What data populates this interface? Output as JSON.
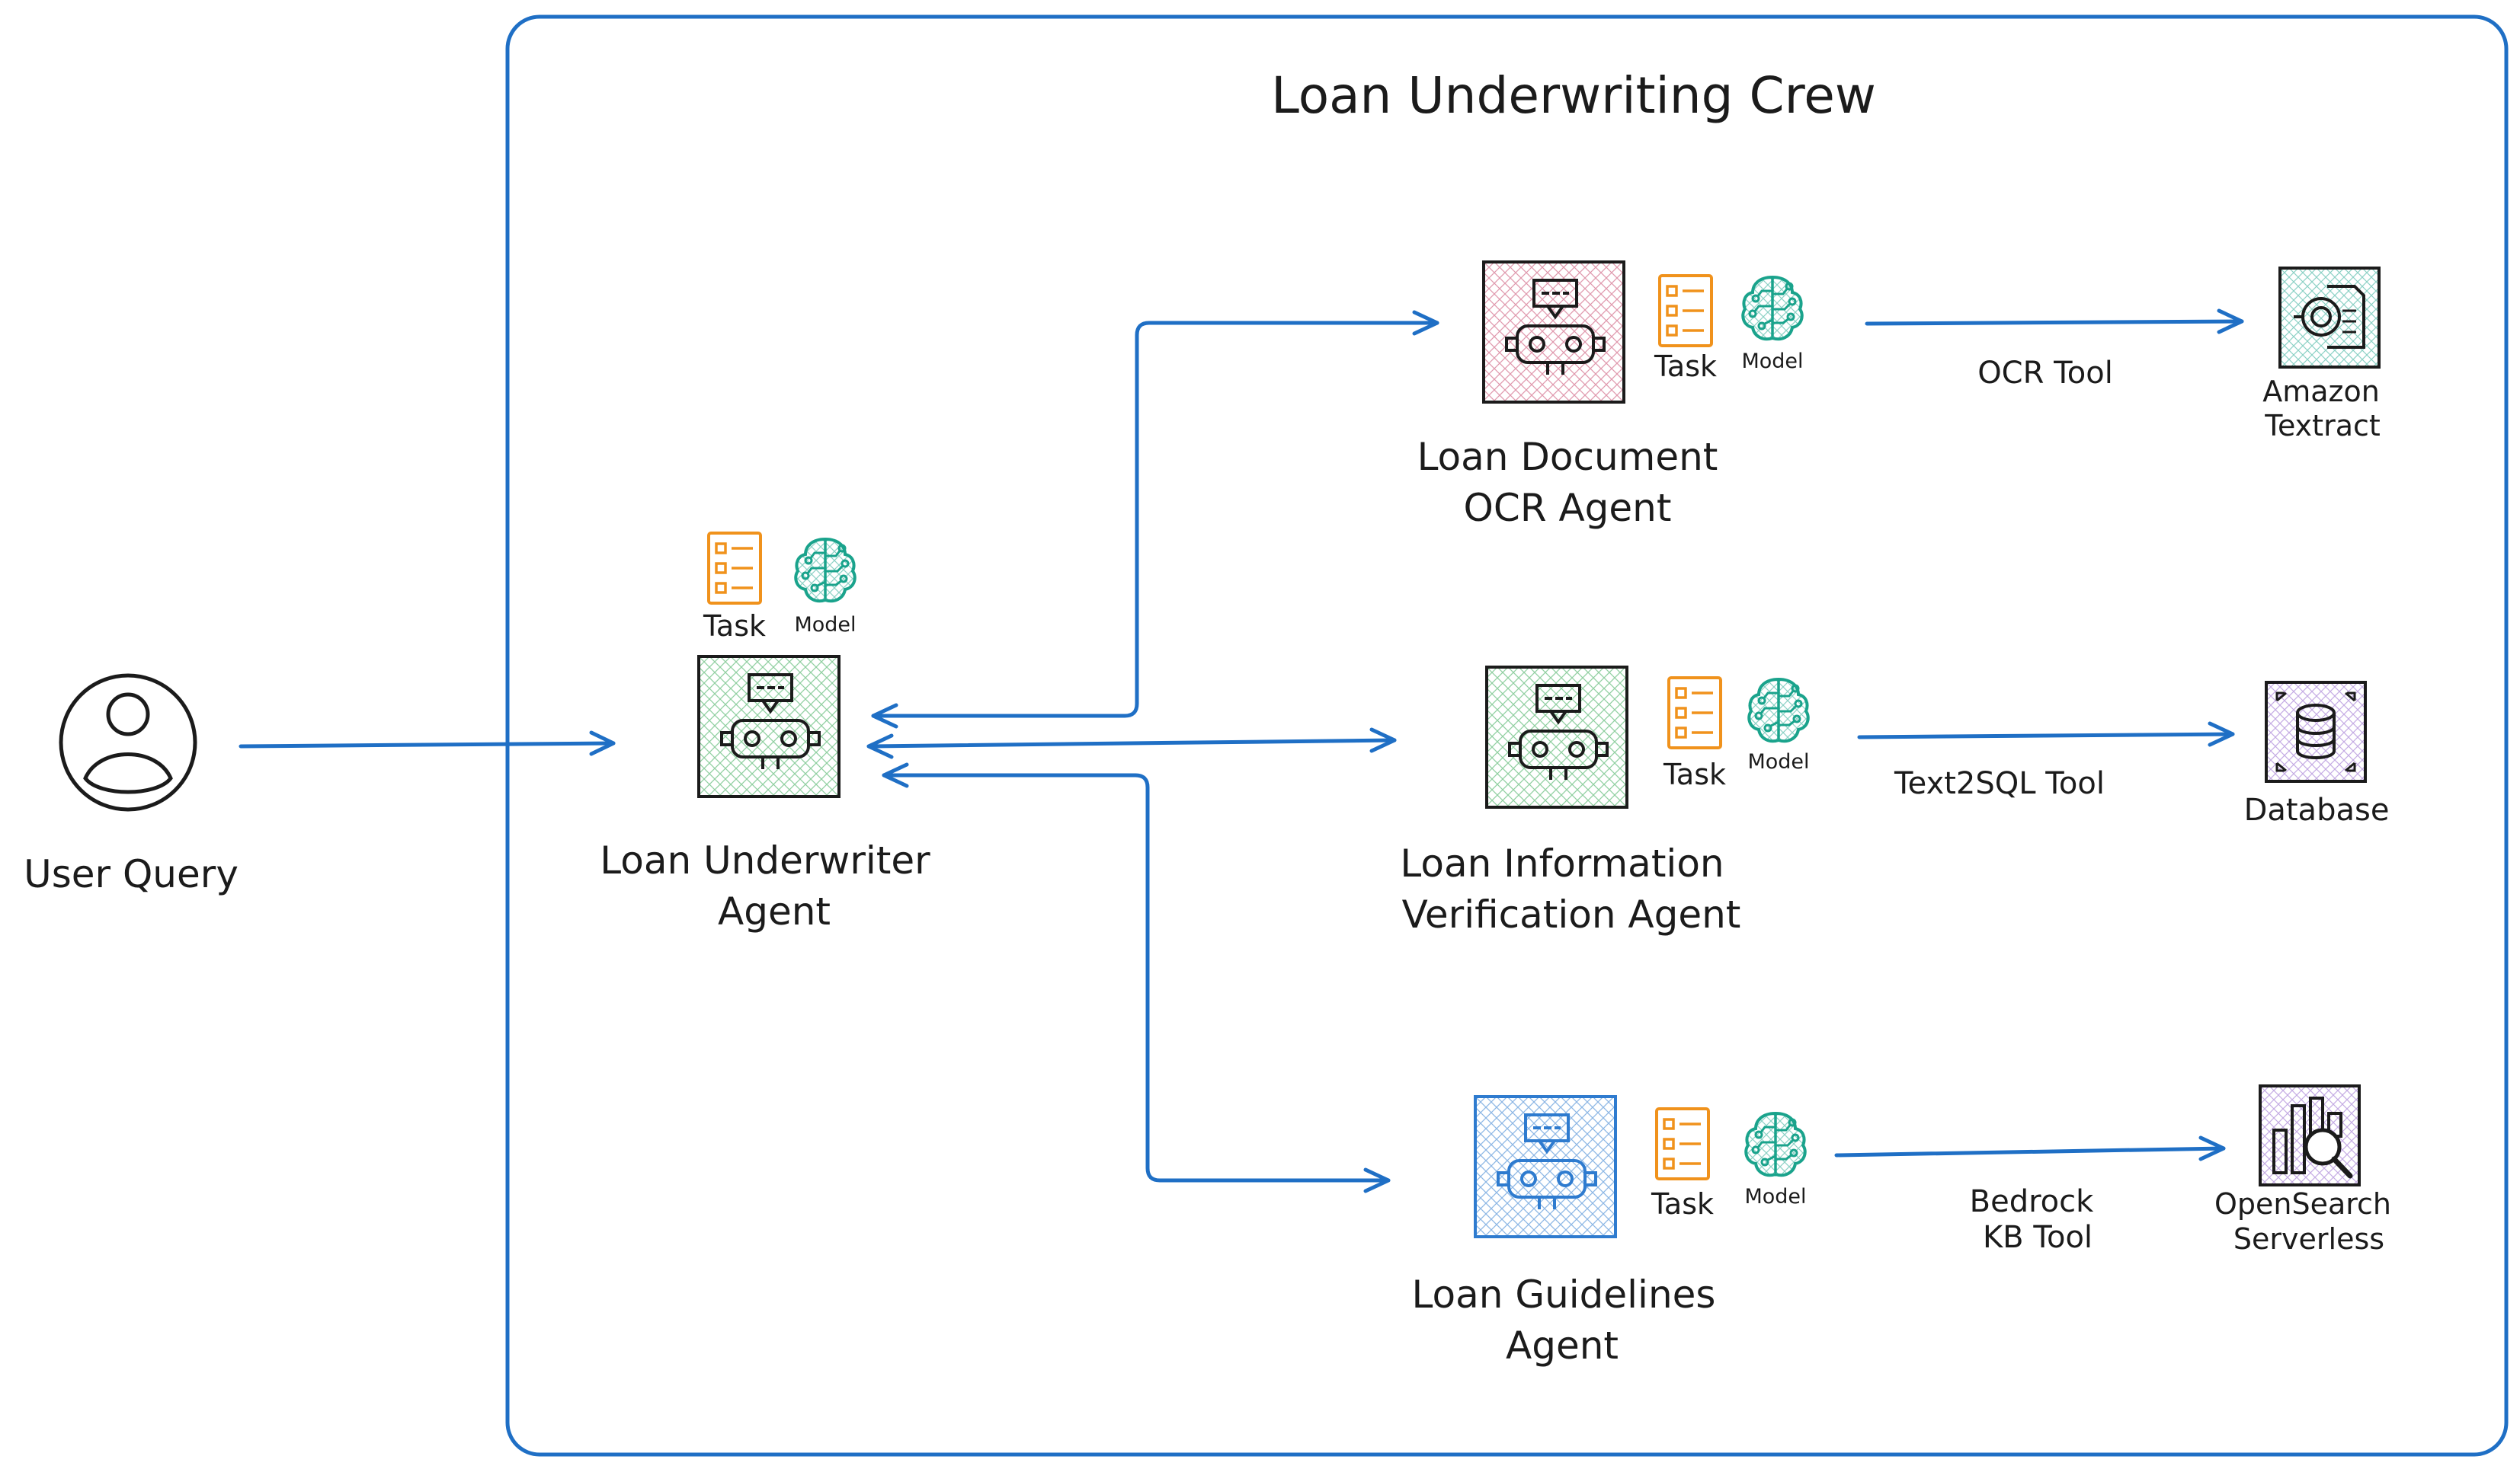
{
  "title": "Loan Underwriting Crew",
  "user": {
    "label": "User Query",
    "icon": "user-icon"
  },
  "common": {
    "task_label": "Task",
    "model_label": "Model"
  },
  "underwriter": {
    "line1": "Loan Underwriter",
    "line2": "Agent",
    "color": "#36a853"
  },
  "agents": [
    {
      "line1": "Loan Document",
      "line2": "OCR Agent",
      "color": "#c7466b",
      "tool": "OCR Tool",
      "target_line1": "Amazon",
      "target_line2": "Textract",
      "target_icon": "textract-icon"
    },
    {
      "line1": "Loan Information",
      "line2": "Verification Agent",
      "color": "#36a853",
      "tool": "Text2SQL Tool",
      "target_line1": "Database",
      "target_line2": "",
      "target_icon": "database-icon"
    },
    {
      "line1": "Loan Guidelines",
      "line2": "Agent",
      "color": "#2e7bcf",
      "tool_line1": "Bedrock",
      "tool_line2": "KB Tool",
      "target_line1": "OpenSearch",
      "target_line2": "Serverless",
      "target_icon": "opensearch-icon"
    }
  ],
  "colors": {
    "frame": "#1f6fc5",
    "arrow": "#1f6fc5",
    "task": "#f0921c",
    "model": "#1aa38c",
    "ink": "#1b1b1b"
  }
}
